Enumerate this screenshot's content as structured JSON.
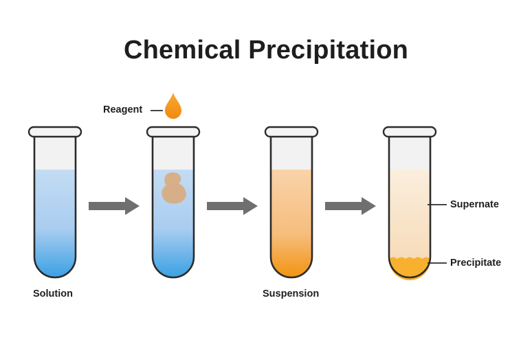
{
  "title": "Chemical Precipitation",
  "labels": {
    "solution": "Solution",
    "reagent": "Reagent",
    "suspension": "Suspension",
    "supernate": "Supernate",
    "precipitate": "Precipitate"
  },
  "colors": {
    "solution_blue_top": "#bdd9f2",
    "solution_blue_bottom": "#3fa2e3",
    "reagent_orange": "#f39c1c",
    "suspension_top": "#f8ceA0",
    "suspension_bottom": "#f3971a",
    "supernate": "#f8e3c9",
    "precipitate": "#f8b02f",
    "arrow_gray": "#6f6f6f",
    "outline": "#2b2b2b"
  }
}
